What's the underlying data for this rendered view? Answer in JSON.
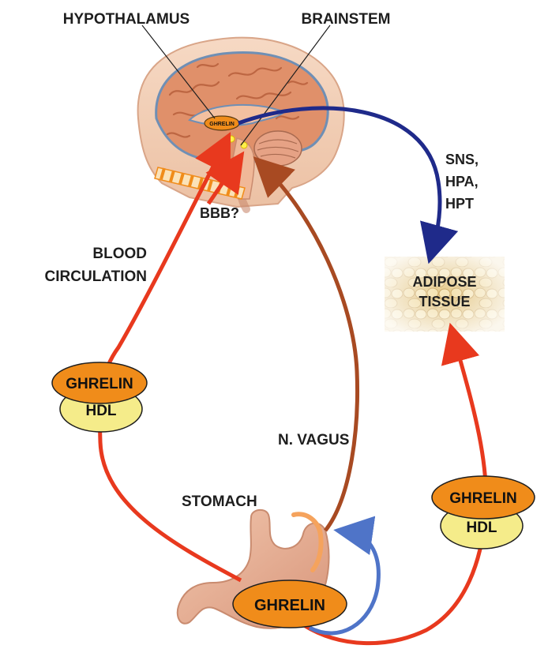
{
  "labels": {
    "hypothalamus": "HYPOTHALAMUS",
    "brainstem": "BRAINSTEM",
    "brain_ghrelin": "GHRELIN",
    "sns": "SNS,",
    "hpa": "HPA,",
    "hpt": "HPT",
    "bbb": "BBB?",
    "blood_line1": "BLOOD",
    "blood_line2": "CIRCULATION",
    "adipose_line1": "ADIPOSE",
    "adipose_line2": "TISSUE",
    "n_vagus": "N. VAGUS",
    "stomach": "STOMACH"
  },
  "complexes": {
    "left": {
      "ghrelin": "GHRELIN",
      "hdl": "HDL"
    },
    "right": {
      "ghrelin": "GHRELIN",
      "hdl": "HDL"
    }
  },
  "stomach_ghrelin": "GHRELIN",
  "colors": {
    "blood_arrow": "#e8391e",
    "vagus_arrow": "#a84a22",
    "efferent_arrow": "#1f2a8a",
    "local_arrow": "#4f74c8",
    "ghrelin_oval": "#f08c1a",
    "hdl_oval": "#f5ec8a",
    "brain": "#e0906a",
    "adipose": "#e8cf8e",
    "stomach": "#eab59c"
  }
}
